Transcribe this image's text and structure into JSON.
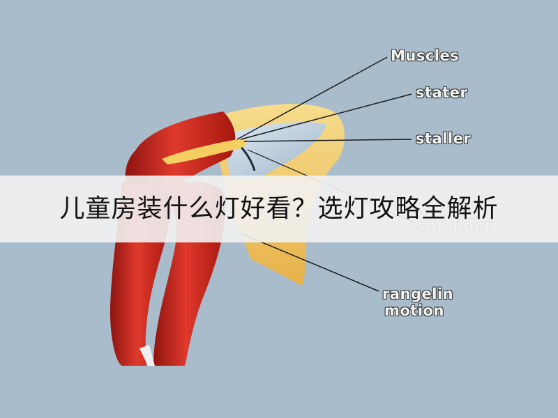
{
  "diagram": {
    "labels": {
      "muscles": "Muscles",
      "stater": "stater",
      "staller": "staller",
      "shoulder": "shoulder",
      "range_line1": "rangelin",
      "range_line2": "motion"
    }
  },
  "overlay": {
    "title": "儿童房装什么灯好看？选灯攻略全解析"
  },
  "colors": {
    "background": "#a9bccb",
    "muscle": "#c8241b",
    "bone": "#f1c766",
    "band": "#f2f2f2"
  }
}
